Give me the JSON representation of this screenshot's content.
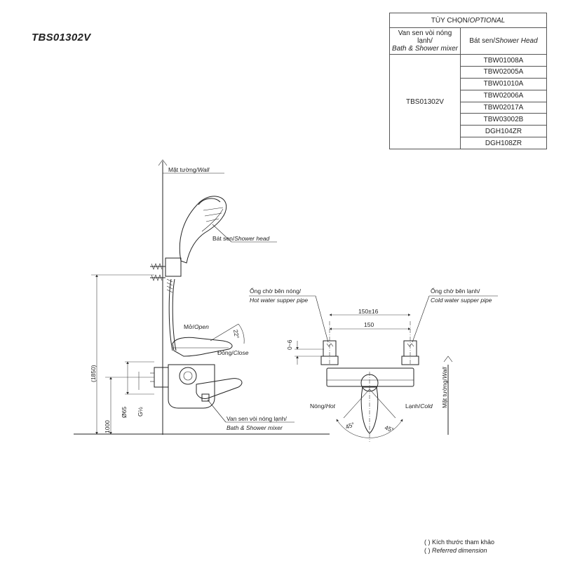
{
  "model_code": "TBS01302V",
  "options_table": {
    "header": {
      "vn": "TÙY CHỌN/",
      "en": "OPTIONAL"
    },
    "col1": {
      "vn": "Van sen vòi nóng lạnh/",
      "en": "Bath & Shower mixer"
    },
    "col2": {
      "vn": "Bát sen/",
      "en": "Shower Head"
    },
    "mixer_model": "TBS01302V",
    "shower_heads": [
      "TBW01008A",
      "TBW02005A",
      "TBW01010A",
      "TBW02006A",
      "TBW02017A",
      "TBW03002B",
      "DGH104ZR",
      "DGH108ZR"
    ]
  },
  "side_view": {
    "wall_label": {
      "vn": "Mặt tường/",
      "en": "Wall"
    },
    "shower_head_label": {
      "vn": "Bát sen/",
      "en": "Shower head"
    },
    "open_label": {
      "vn": "Mở/",
      "en": "Open"
    },
    "close_label": {
      "vn": "Đóng/",
      "en": "Close"
    },
    "handle_angle": "22°",
    "mixer_label_vn": "Van sen vòi nóng lạnh/",
    "mixer_label_en": "Bath & Shower mixer",
    "dim_height_total": "(1850)",
    "dim_height_mixer": "1000",
    "dim_diameter": "Ø65",
    "dim_thread": "G½"
  },
  "front_view": {
    "hot_pipe_label": {
      "vn": "Ống chờ bên nóng/",
      "en": "Hot water supper pipe"
    },
    "cold_pipe_label": {
      "vn": "Ống chờ bên lạnh/",
      "en": "Cold water supper pipe"
    },
    "dim_center_tolerance": "150±16",
    "dim_center": "150",
    "dim_offset": "0~6",
    "hot_label": {
      "vn": "Nóng/",
      "en": "Hot"
    },
    "cold_label": {
      "vn": "Lạnh/",
      "en": "Cold"
    },
    "angle_left": "45°",
    "angle_right": "45°",
    "wall_label": {
      "vn": "Mặt tường/",
      "en": "Wall"
    }
  },
  "note": {
    "paren": "(     )",
    "vn": "Kích thước tham khảo",
    "en": "Referred dimension"
  }
}
